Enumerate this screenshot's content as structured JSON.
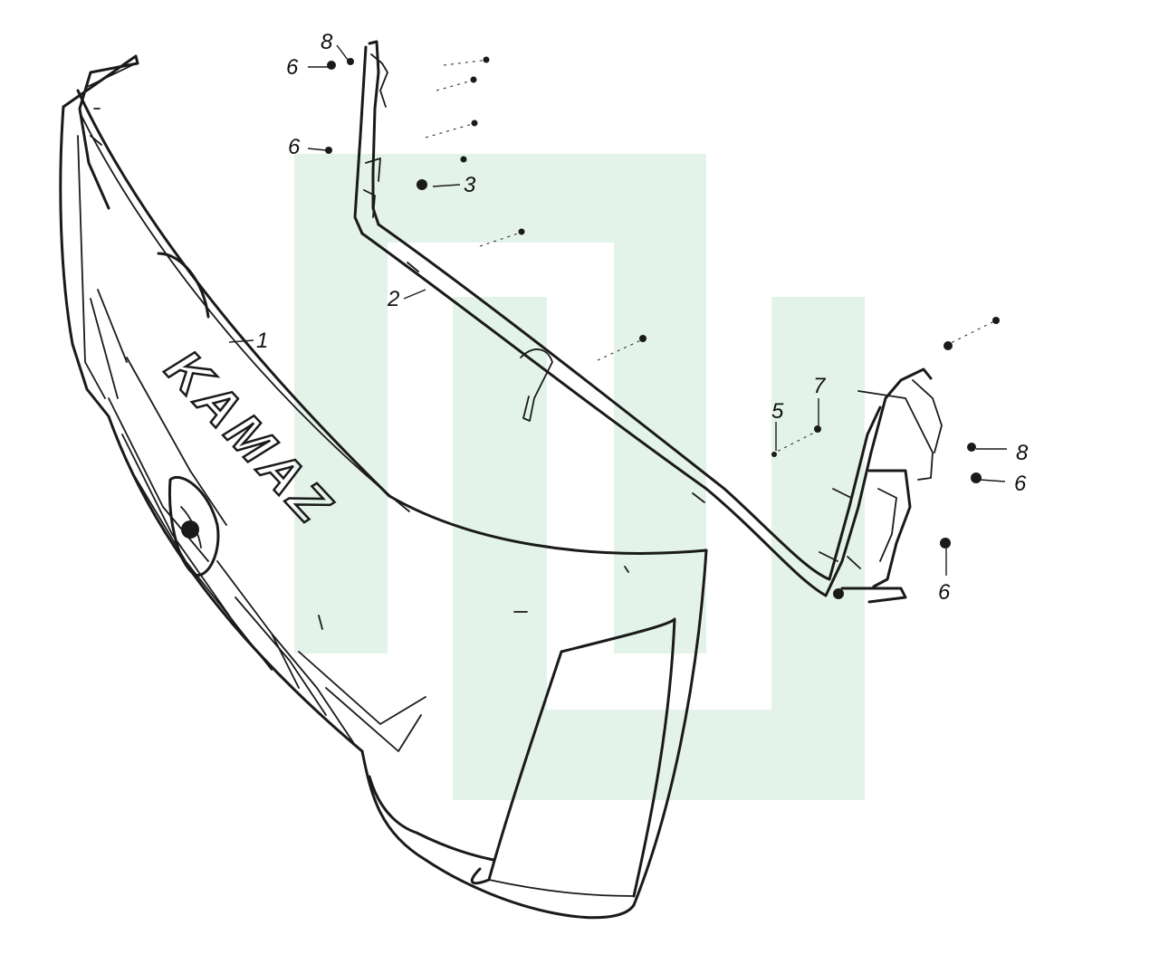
{
  "colors": {
    "watermark": "#e4f3ea",
    "ink": "#1a1a1a",
    "background": "#ffffff"
  },
  "logo_text": "KAMAZ",
  "callouts": [
    {
      "id": "1",
      "text": "1"
    },
    {
      "id": "2",
      "text": "2"
    },
    {
      "id": "3",
      "text": "3"
    },
    {
      "id": "5",
      "text": "5"
    },
    {
      "id": "6a",
      "text": "6"
    },
    {
      "id": "6b",
      "text": "6"
    },
    {
      "id": "6c",
      "text": "6"
    },
    {
      "id": "6d",
      "text": "6"
    },
    {
      "id": "7",
      "text": "7"
    },
    {
      "id": "8a",
      "text": "8"
    },
    {
      "id": "8b",
      "text": "8"
    }
  ]
}
